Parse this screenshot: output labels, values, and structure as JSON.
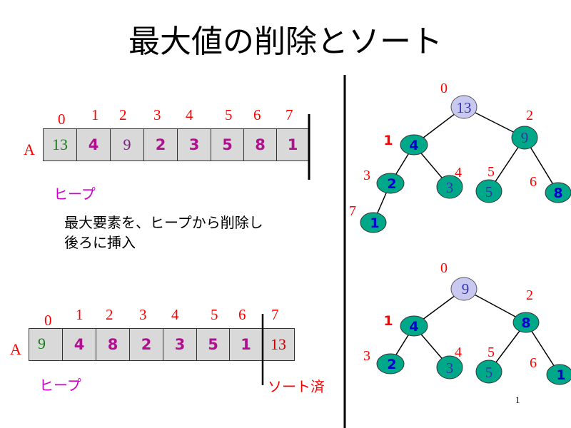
{
  "title": "最大値の削除とソート",
  "top_array": {
    "name": "A",
    "indices": [
      "0",
      "1",
      "2",
      "3",
      "4",
      "5",
      "6",
      "7"
    ],
    "values": [
      "13",
      "4",
      "9",
      "2",
      "3",
      "5",
      "8",
      "1"
    ],
    "label": "ヒープ"
  },
  "description": [
    "最大要素を、ヒープから削除し",
    "後ろに挿入"
  ],
  "bottom_array": {
    "name": "A",
    "indices": [
      "0",
      "1",
      "2",
      "3",
      "4",
      "5",
      "6",
      "7"
    ],
    "values": [
      "9",
      "4",
      "8",
      "2",
      "3",
      "5",
      "1",
      "13"
    ],
    "heap_label": "ヒープ",
    "sorted_label": "ソート済"
  },
  "tree_top": {
    "nodes": [
      {
        "index": "0",
        "value": "13"
      },
      {
        "index": "1",
        "value": "4"
      },
      {
        "index": "2",
        "value": "9"
      },
      {
        "index": "3",
        "value": "2"
      },
      {
        "index": "4",
        "value": "3"
      },
      {
        "index": "5",
        "value": "5"
      },
      {
        "index": "6",
        "value": "8"
      },
      {
        "index": "7",
        "value": "1"
      }
    ]
  },
  "tree_bottom": {
    "nodes": [
      {
        "index": "0",
        "value": "9"
      },
      {
        "index": "1",
        "value": "4"
      },
      {
        "index": "2",
        "value": "8"
      },
      {
        "index": "3",
        "value": "2"
      },
      {
        "index": "4",
        "value": "3"
      },
      {
        "index": "5",
        "value": "5"
      },
      {
        "index": "6",
        "value": "1"
      }
    ]
  },
  "page_number": "1",
  "colors": {
    "node_fill": "#00a88a",
    "root_fill": "#c8c8f0",
    "index_red": "#ff0000",
    "value_blue": "#0000cc",
    "heap_label": "#cc00cc"
  }
}
